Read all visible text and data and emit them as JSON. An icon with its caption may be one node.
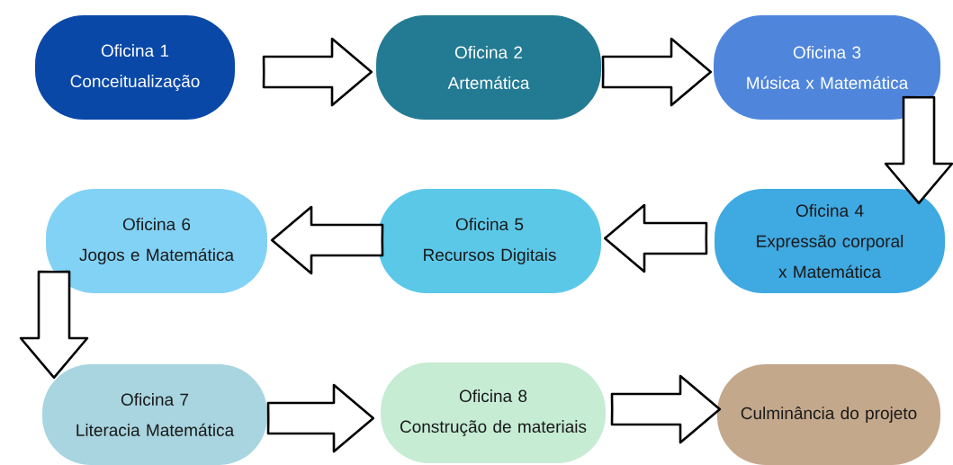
{
  "diagram": {
    "nodes": [
      {
        "text": [
          "Oficina 1",
          "Conceitualização"
        ]
      },
      {
        "text": [
          "Oficina 2",
          "Artemática"
        ]
      },
      {
        "text": [
          "Oficina 3",
          "Música x Matemática"
        ]
      },
      {
        "text": [
          "Oficina 4",
          "Expressão corporal x Matemática"
        ]
      },
      {
        "text": [
          "Oficina 5",
          "Recursos Digitais"
        ]
      },
      {
        "text": [
          "Oficina 6",
          "Jogos e Matemática"
        ]
      },
      {
        "text": [
          "Oficina 7",
          "Literacia Matemática"
        ]
      },
      {
        "text": [
          "Oficina 8",
          "Construção de materiais"
        ]
      },
      {
        "text": [
          "Culminância do projeto"
        ]
      }
    ],
    "edges": [
      {
        "from": 0,
        "to": 1,
        "arrow": "to"
      },
      {
        "from": 1,
        "to": 2,
        "arrow": "to"
      },
      {
        "from": 2,
        "to": 3,
        "arrow": "to"
      },
      {
        "from": 3,
        "to": 4,
        "arrow": "to"
      },
      {
        "from": 4,
        "to": 5,
        "arrow": "to"
      },
      {
        "from": 5,
        "to": 6,
        "arrow": "to"
      },
      {
        "from": 6,
        "to": 7,
        "arrow": "to"
      },
      {
        "from": 7,
        "to": 8,
        "arrow": "to"
      }
    ]
  }
}
